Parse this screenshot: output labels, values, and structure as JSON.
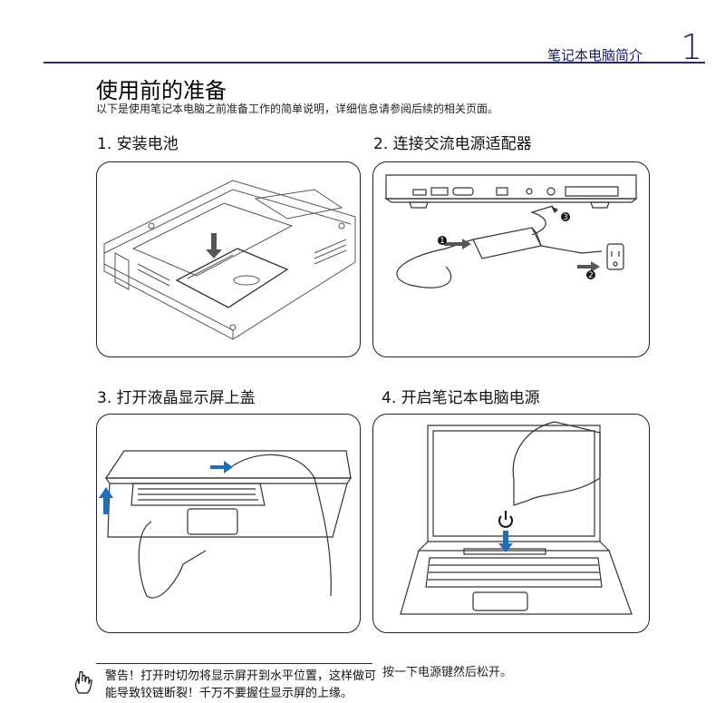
{
  "header": {
    "chapter_title": "笔记本电脑简介",
    "chapter_number": "1"
  },
  "page": {
    "title": "使用前的准备",
    "intro": "以下是使用笔记本电脑之前准备工作的简单说明，详细信息请参阅后续的相关页面。"
  },
  "steps": [
    {
      "label": "1. 安装电池"
    },
    {
      "label": "2. 连接交流电源适配器"
    },
    {
      "label": "3. 打开液晶显示屏上盖"
    },
    {
      "label": "4. 开启笔记本电脑电源"
    }
  ],
  "adapter_callouts": [
    "1",
    "2",
    "3"
  ],
  "warning": {
    "text": "警告！打开时切勿将显示屏开到水平位置，这样做可能导致铰链断裂！千万不要握住显示屏的上缘。"
  },
  "power_caption": "按一下电源键然后松开。",
  "colors": {
    "accent_arrow": "#1f6fb8",
    "header": "#1a1a5a"
  }
}
